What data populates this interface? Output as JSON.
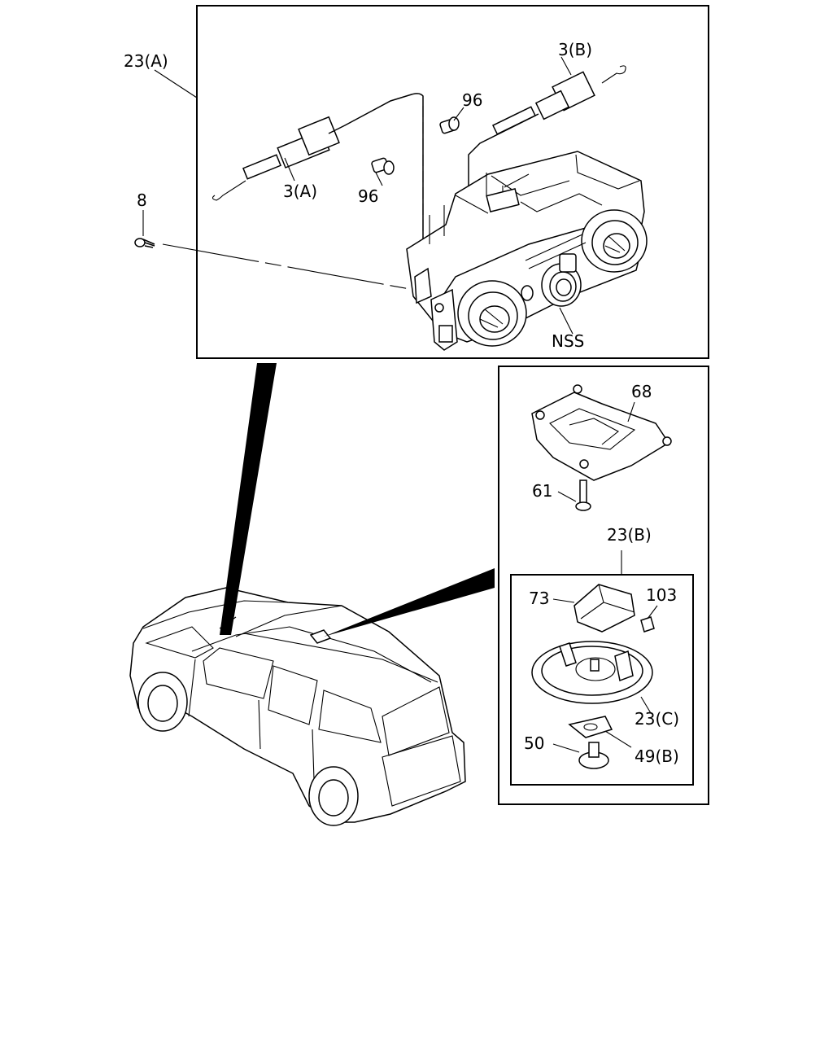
{
  "labels": {
    "l_23a": "23(A)",
    "l_3b": "3(B)",
    "l_96_top": "96",
    "l_3a": "3(A)",
    "l_96_mid": "96",
    "l_8": "8",
    "l_nss": "NSS",
    "l_68": "68",
    "l_61": "61",
    "l_23b": "23(B)",
    "l_73": "73",
    "l_103": "103",
    "l_23c": "23(C)",
    "l_50": "50",
    "l_49b": "49(B)"
  }
}
